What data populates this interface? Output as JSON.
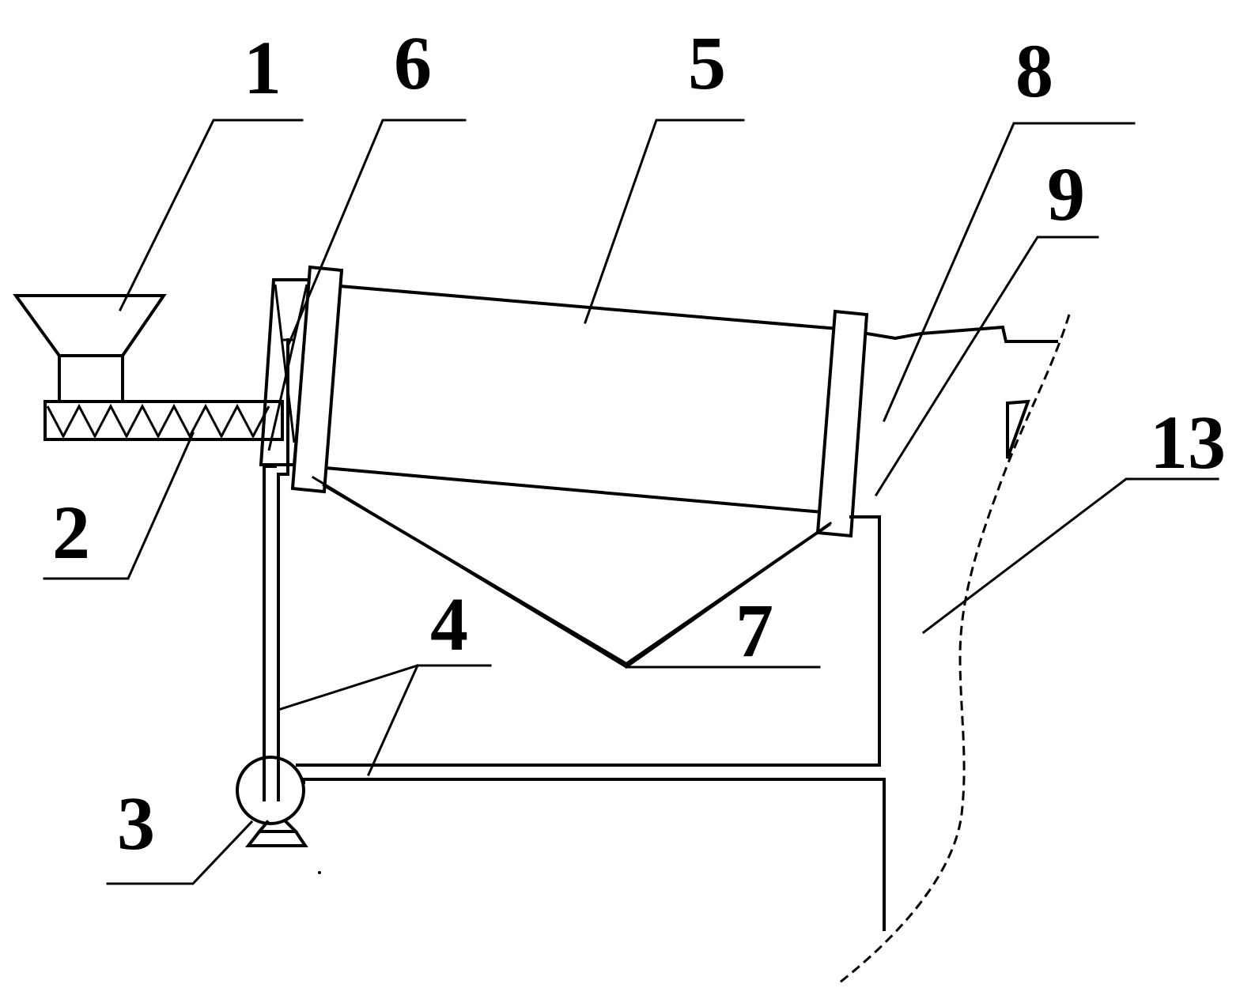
{
  "labels": {
    "hopper": "1",
    "screw_conveyor": "2",
    "pump": "3",
    "pipe": "4",
    "drum": "5",
    "inlet_chute": "6",
    "tank": "7",
    "outlet": "8",
    "gap": "9",
    "ground_area": "13"
  },
  "colors": {
    "line": "#000000",
    "background": "#ffffff"
  }
}
